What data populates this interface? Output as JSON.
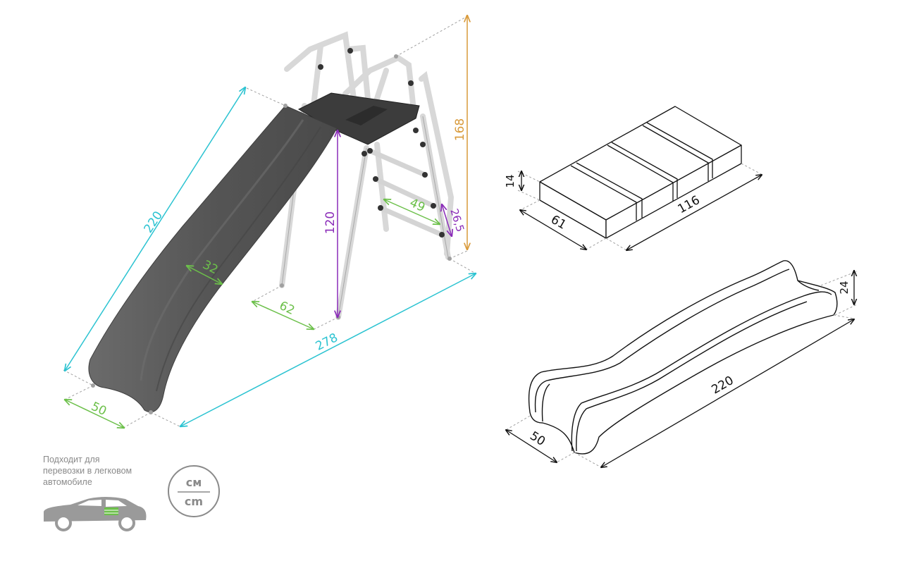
{
  "colors": {
    "total_length": "#2bc3d1",
    "slide_width": "#6cc04a",
    "platform_height": "#8a2bb8",
    "total_height": "#d99a3a",
    "outline": "#111111",
    "frame": "#dcdcdc",
    "slide_body": "#5a5a5a",
    "platform": "#3c3c3c",
    "muted": "#8a8a8a"
  },
  "assembled": {
    "slide_length": "220",
    "slide_inner_width": "32",
    "footprint_width": "62",
    "total_length": "278",
    "bottom_width": "50",
    "platform_height": "120",
    "ladder_width": "49",
    "step_spacing": "26,5",
    "total_height": "168"
  },
  "package": {
    "height": "14",
    "width": "61",
    "length": "116"
  },
  "slide_part": {
    "height": "24",
    "length": "220",
    "width": "50"
  },
  "car_note": {
    "lines": [
      "Подходит для",
      "перевозки в легковом",
      "автомобиле"
    ],
    "icon": "car-with-box-icon"
  },
  "units": {
    "top": "см",
    "bottom": "cm"
  }
}
